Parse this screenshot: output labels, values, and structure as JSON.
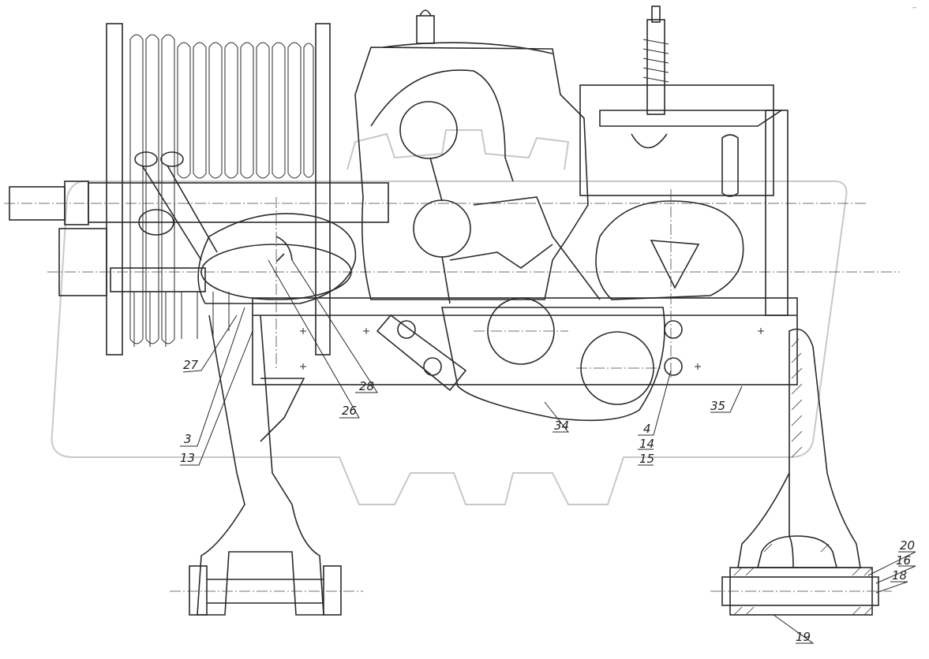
{
  "corner_mark": "--",
  "part_labels": [
    {
      "id": "27",
      "text": "27"
    },
    {
      "id": "28",
      "text": "28"
    },
    {
      "id": "26",
      "text": "26"
    },
    {
      "id": "3",
      "text": "3"
    },
    {
      "id": "13",
      "text": "13"
    },
    {
      "id": "34",
      "text": "34"
    },
    {
      "id": "4",
      "text": "4"
    },
    {
      "id": "14",
      "text": "14"
    },
    {
      "id": "15",
      "text": "15"
    },
    {
      "id": "35",
      "text": "35"
    },
    {
      "id": "20",
      "text": "20"
    },
    {
      "id": "16",
      "text": "16"
    },
    {
      "id": "18",
      "text": "18"
    },
    {
      "id": "19",
      "text": "19"
    }
  ],
  "watermark": {
    "shape": "gear-outline",
    "color": "#c8c8c8"
  }
}
